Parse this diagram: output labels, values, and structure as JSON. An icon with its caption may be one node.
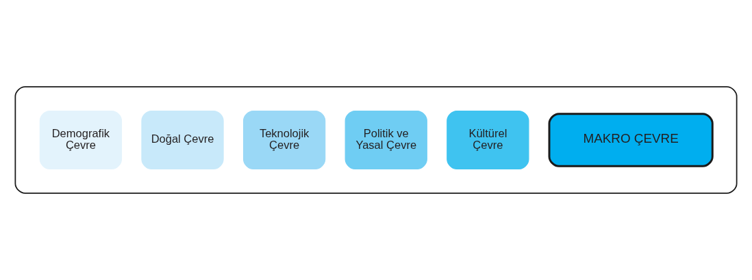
{
  "diagram": {
    "nodes": [
      {
        "text": [],
        "shape": "box"
      },
      {
        "text": [
          "Demografik Çevre"
        ],
        "in": 0
      },
      {
        "text": [
          "Doğal Çevre"
        ],
        "in": 0
      },
      {
        "text": [
          "Teknolojik Çevre"
        ],
        "in": 0
      },
      {
        "text": [
          "Politik ve Yasal Çevre"
        ],
        "in": 0
      },
      {
        "text": [
          "Kültürel Çevre"
        ],
        "in": 0
      },
      {
        "text": [
          "MAKRO ÇEVRE"
        ],
        "in": 0
      }
    ],
    "edges": []
  }
}
